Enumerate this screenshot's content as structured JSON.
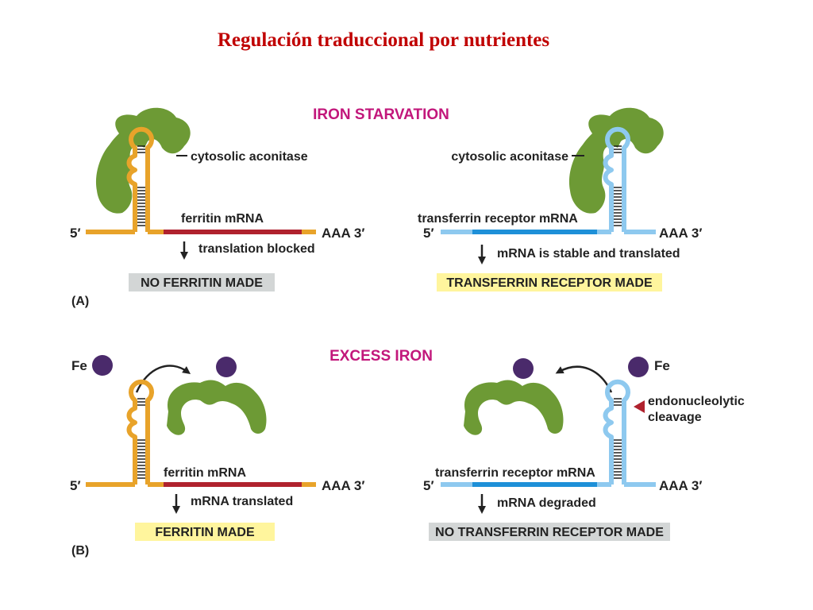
{
  "slide_title": "Regulación traduccional por nutrientes",
  "sections": {
    "starvation_title": "IRON STARVATION",
    "excess_title": "EXCESS IRON"
  },
  "panel_labels": {
    "a": "(A)",
    "b": "(B)"
  },
  "colors": {
    "ferritin_rna": "#e8a32a",
    "ferritin_coding": "#b0222e",
    "transferrin_rna": "#8ec9ef",
    "transferrin_coding": "#1e90d8",
    "aconitase": "#6d9a35",
    "iron": "#4a2a6b",
    "cleavage_marker": "#b0222e",
    "box_gray": "#d3d6d6",
    "box_yellow": "#fff59d"
  },
  "top_left": {
    "protein_label": "cytosolic aconitase",
    "mrna_label": "ferritin mRNA",
    "five_prime": "5′",
    "three_prime": "AAA 3′",
    "outcome_arrow_label": "translation blocked",
    "result": "NO FERRITIN MADE"
  },
  "top_right": {
    "protein_label": "cytosolic aconitase",
    "mrna_label": "transferrin receptor mRNA",
    "five_prime": "5′",
    "three_prime": "AAA 3′",
    "outcome_arrow_label": "mRNA is stable and translated",
    "result": "TRANSFERRIN RECEPTOR MADE"
  },
  "bottom_left": {
    "iron_label": "Fe",
    "mrna_label": "ferritin mRNA",
    "five_prime": "5′",
    "three_prime": "AAA 3′",
    "outcome_arrow_label": "mRNA translated",
    "result": "FERRITIN MADE"
  },
  "bottom_right": {
    "iron_label": "Fe",
    "cleavage_label_line1": "endonucleolytic",
    "cleavage_label_line2": "cleavage",
    "mrna_label": "transferrin receptor mRNA",
    "five_prime": "5′",
    "three_prime": "AAA 3′",
    "outcome_arrow_label": "mRNA degraded",
    "result": "NO TRANSFERRIN RECEPTOR MADE"
  }
}
